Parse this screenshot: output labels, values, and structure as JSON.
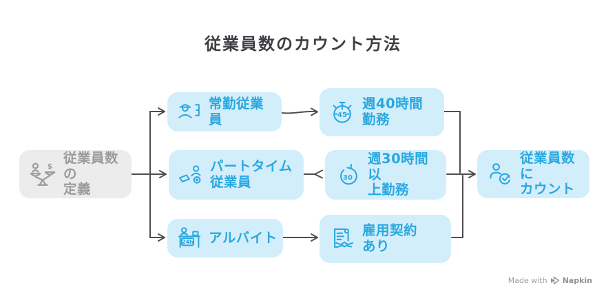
{
  "title": "従業員数のカウント方法",
  "colors": {
    "accent_cyan": "#29a8e0",
    "node_blue_bg": "#d3eefb",
    "node_gray_bg": "#ececec",
    "gray_text": "#9b9b9b",
    "arrow": "#4d4d4d",
    "title_text": "#3e3e44"
  },
  "nodes": {
    "definition": {
      "label": "従業員数の\n定義",
      "icon": "scale-person-money-icon",
      "icon_text": "$"
    },
    "fulltime": {
      "label": "常勤従業員",
      "icon": "worker-schedule-icon"
    },
    "parttime": {
      "label": "パートタイム\n従業員",
      "icon": "laptop-person-clock-icon"
    },
    "arbeit": {
      "label": "アルバイト",
      "icon": "reception-desk-icon",
      "icon_text": "24h"
    },
    "hours40": {
      "label": "週40時間\n勤務",
      "icon": "stopwatch-icon",
      "icon_text": "45"
    },
    "hours30": {
      "label": "週30時間以\n上勤務",
      "icon": "rotate-clock-icon",
      "icon_text": "30"
    },
    "contract": {
      "label": "雇用契約\nあり",
      "icon": "contract-handshake-icon"
    },
    "count": {
      "label": "従業員数に\nカウント",
      "icon": "person-check-icon"
    }
  },
  "edges": [
    {
      "from": "definition",
      "to": "fulltime"
    },
    {
      "from": "definition",
      "to": "parttime"
    },
    {
      "from": "definition",
      "to": "arbeit"
    },
    {
      "from": "fulltime",
      "to": "hours40"
    },
    {
      "from": "hours30",
      "to": "parttime",
      "note": "arrowhead points left toward parttime"
    },
    {
      "from": "arbeit",
      "to": "contract"
    },
    {
      "from": "hours40",
      "to": "count"
    },
    {
      "from": "hours30",
      "to": "count"
    },
    {
      "from": "contract",
      "to": "count"
    }
  ],
  "watermark": {
    "prefix": "Made with",
    "brand": "Napkin"
  }
}
